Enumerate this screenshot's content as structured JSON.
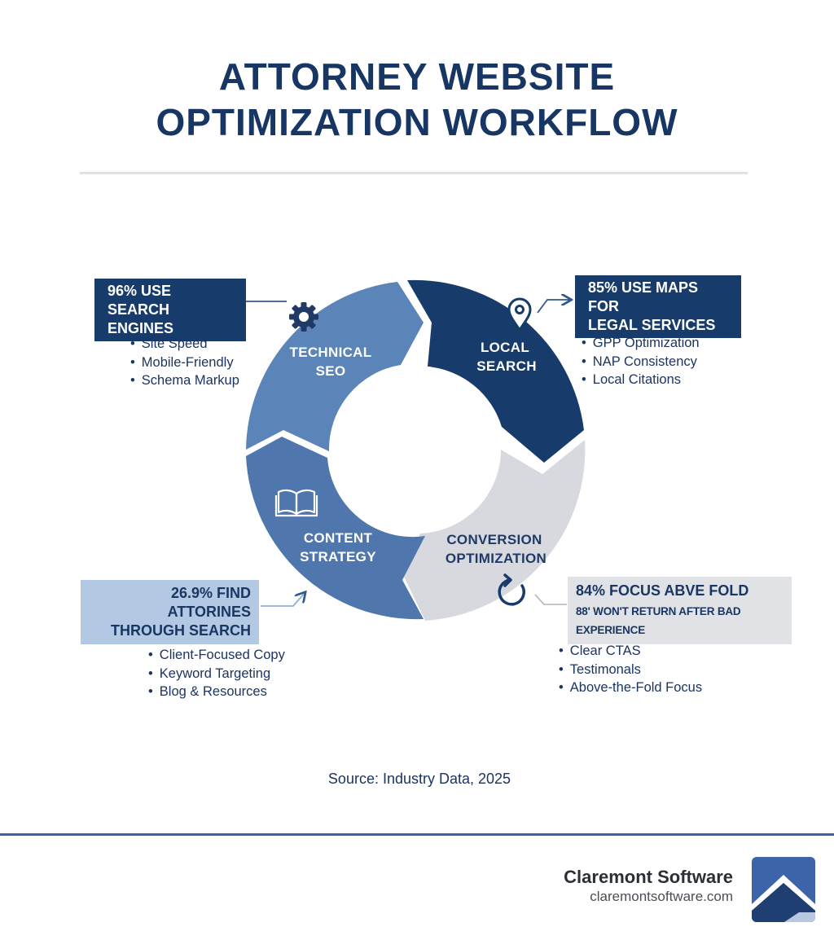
{
  "title": {
    "line1": "ATTORNEY WEBSITE",
    "line2": "OPTIMIZATION WORKFLOW"
  },
  "segments": {
    "technical": {
      "line1": "TECHNICAL",
      "line2": "SEO",
      "icon": "gear-icon",
      "color": "#5b84b8"
    },
    "local": {
      "line1": "LOCAL",
      "line2": "SEARCH",
      "icon": "map-pin-icon",
      "color": "#173b6b"
    },
    "conversion": {
      "line1": "CONVERSION",
      "line2": "OPTIMIZATION",
      "icon": "refresh-icon",
      "color": "#d7d9de"
    },
    "content": {
      "line1": "CONTENT",
      "line2": "STRATEGY",
      "icon": "open-book-icon",
      "color": "#4f77ad"
    }
  },
  "stats": {
    "technical": {
      "line1": "96% USE",
      "line2": "SEARCH ENGINES"
    },
    "local": {
      "line1": "85% USE MAPS FOR",
      "line2": "LEGAL SERVICES"
    },
    "content": {
      "line1": "26.9% FIND ATTORINES",
      "line2": "THROUGH SEARCH"
    },
    "conversion": {
      "line1": "84% FOCUS ABVE FOLD",
      "line2": "88' WON'T RETURN AFTER BAD EXPERIENCE"
    }
  },
  "bullets": {
    "technical": [
      "Site Speed",
      "Mobile-Friendly",
      "Schema Markup"
    ],
    "local": [
      "GPP Optimization",
      "NAP Consistency",
      "Local Citations"
    ],
    "content": [
      "Client-Focused Copy",
      "Keyword Targeting",
      "Blog & Resources"
    ],
    "conversion": [
      "Clear CTAS",
      "Testimonals",
      "Above-the-Fold Focus"
    ]
  },
  "source": "Source: Industry Data, 2025",
  "brand": {
    "name": "Claremont Software",
    "url": "claremontsoftware.com",
    "colors": {
      "accent": "#3d64a8",
      "navy": "#173b6b"
    }
  }
}
